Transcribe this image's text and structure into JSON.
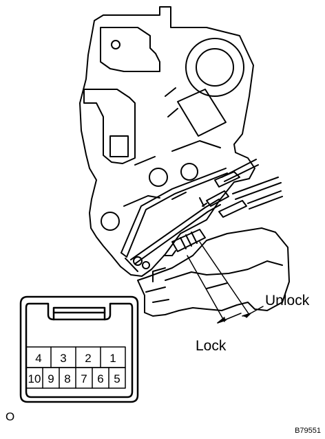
{
  "labels": {
    "unlock": "Unlock",
    "lock": "Lock",
    "terminal_view": "O",
    "figure_code": "B79551"
  },
  "connector": {
    "top_row": [
      "4",
      "3",
      "2",
      "1"
    ],
    "bottom_row": [
      "10",
      "9",
      "8",
      "7",
      "6",
      "5"
    ]
  }
}
